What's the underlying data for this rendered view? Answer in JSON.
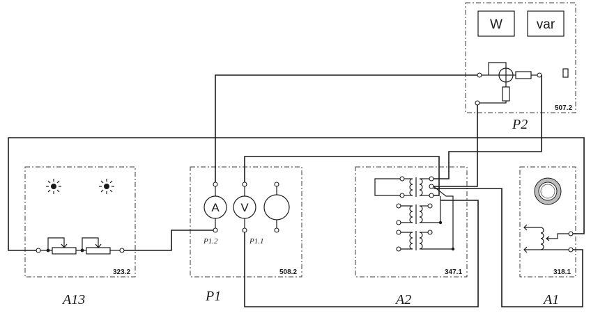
{
  "modules": {
    "a13": {
      "label": "A13",
      "code": "323.2"
    },
    "p1": {
      "label": "P1",
      "code": "508.2"
    },
    "a2": {
      "label": "A2",
      "code": "347.1"
    },
    "a1": {
      "label": "A1",
      "code": "318.1"
    },
    "p2": {
      "label": "P2",
      "code": "507.2"
    }
  },
  "meters": {
    "ammeter": "A",
    "voltmeter": "V"
  },
  "terminals": {
    "p1_2": "P1.2",
    "p1_1": "P1.1"
  },
  "displays": {
    "watt": "W",
    "var": "var"
  },
  "icons": [
    "lamp-icon",
    "rheostat-icon",
    "transformer-icon",
    "autotransformer-icon",
    "wattmeter-icon"
  ]
}
